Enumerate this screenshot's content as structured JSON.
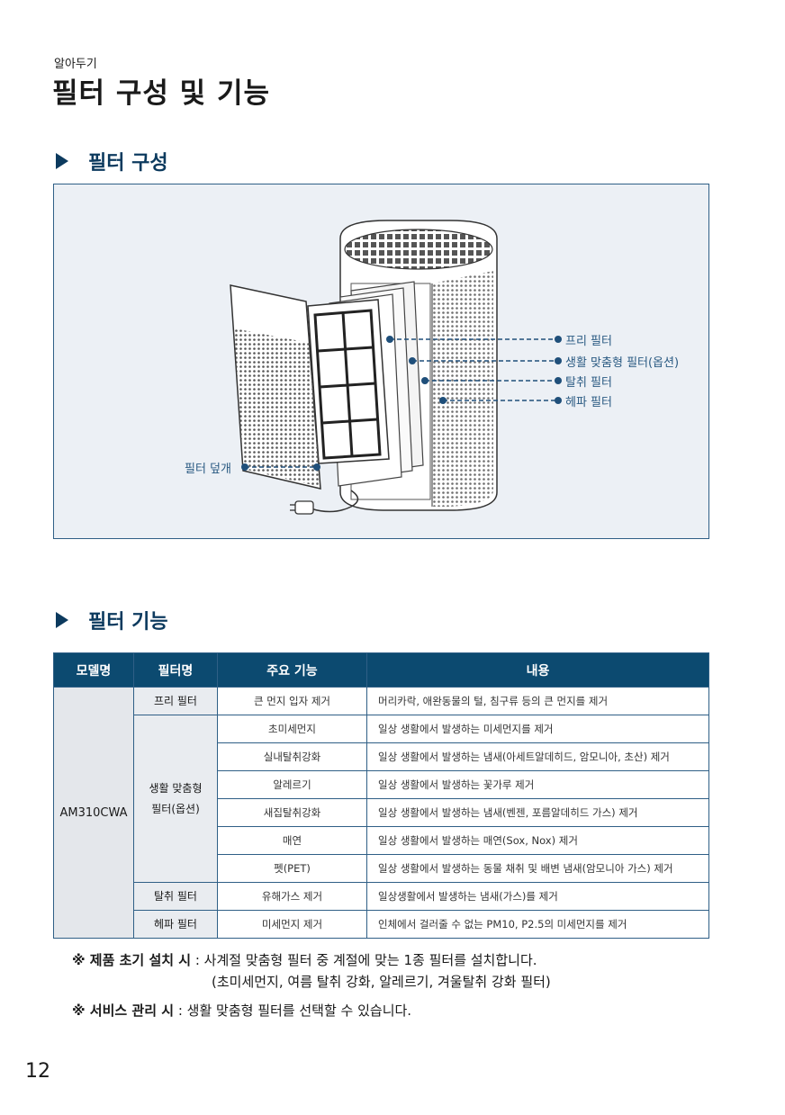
{
  "header": {
    "eyebrow": "알아두기",
    "title": "필터 구성 및 기능"
  },
  "section1": {
    "heading": "필터 구성"
  },
  "diagram": {
    "labels": {
      "pre_filter": "프리 필터",
      "custom_filter": "생활 맞춤형 필터(옵션)",
      "deodorizing_filter": "탈취 필터",
      "hepa_filter": "헤파 필터",
      "filter_cover": "필터 덮개"
    },
    "accent_color": "#1f4f7a"
  },
  "section2": {
    "heading": "필터 기능"
  },
  "table": {
    "headers": [
      "모델명",
      "필터명",
      "주요 기능",
      "내용"
    ],
    "model": "AM310CWA",
    "rows": [
      {
        "filter": "프리 필터",
        "function": "큰 먼지 입자 제거",
        "content": "머리카락, 애완동물의 털, 침구류 등의 큰 먼지를 제거"
      },
      {
        "filter": "",
        "function": "초미세먼지",
        "content": "일상 생활에서 발생하는 미세먼지를 제거"
      },
      {
        "filter": "",
        "function": "실내탈취강화",
        "content": "일상 생활에서 발생하는 냄새(아세트알데히드, 암모니아, 초산) 제거"
      },
      {
        "filter": "",
        "function": "알레르기",
        "content": "일상 생활에서 발생하는 꽃가루 제거"
      },
      {
        "filter": "",
        "function": "새집탈취강화",
        "content": "일상 생활에서 발생하는 냄새(벤젠, 포름알데히드 가스) 제거"
      },
      {
        "filter": "",
        "function": "매연",
        "content": "일상 생활에서 발생하는 매연(Sox, Nox) 제거"
      },
      {
        "filter": "",
        "function": "펫(PET)",
        "content": "일상 생활에서 발생하는 동물 채취 및 배변 냄새(암모니아 가스) 제거"
      },
      {
        "filter": "탈취 필터",
        "function": "유해가스 제거",
        "content": "일상생활에서 발생하는 냄새(가스)를 제거"
      },
      {
        "filter": "헤파 필터",
        "function": "미세먼지 제거",
        "content": "인체에서 걸러줄 수 없는 PM10, P2.5의 미세먼지를 제거"
      }
    ],
    "custom_filter_line1": "생활 맞춤형",
    "custom_filter_line2": "필터(옵션)",
    "header_color": "#0c4a70"
  },
  "notes": {
    "note1_label": "※ 제품 초기 설치 시",
    "note1_text": " : 사계절 맞춤형 필터 중 계절에 맞는 1종 필터를 설치합니다.",
    "note1_cont": "(초미세먼지, 여름 탈취 강화, 알레르기, 겨울탈취 강화 필터)",
    "note2_label": "※ 서비스 관리 시",
    "note2_text": " : 생활 맞춤형 필터를 선택할 수 있습니다."
  },
  "page_number": "12"
}
